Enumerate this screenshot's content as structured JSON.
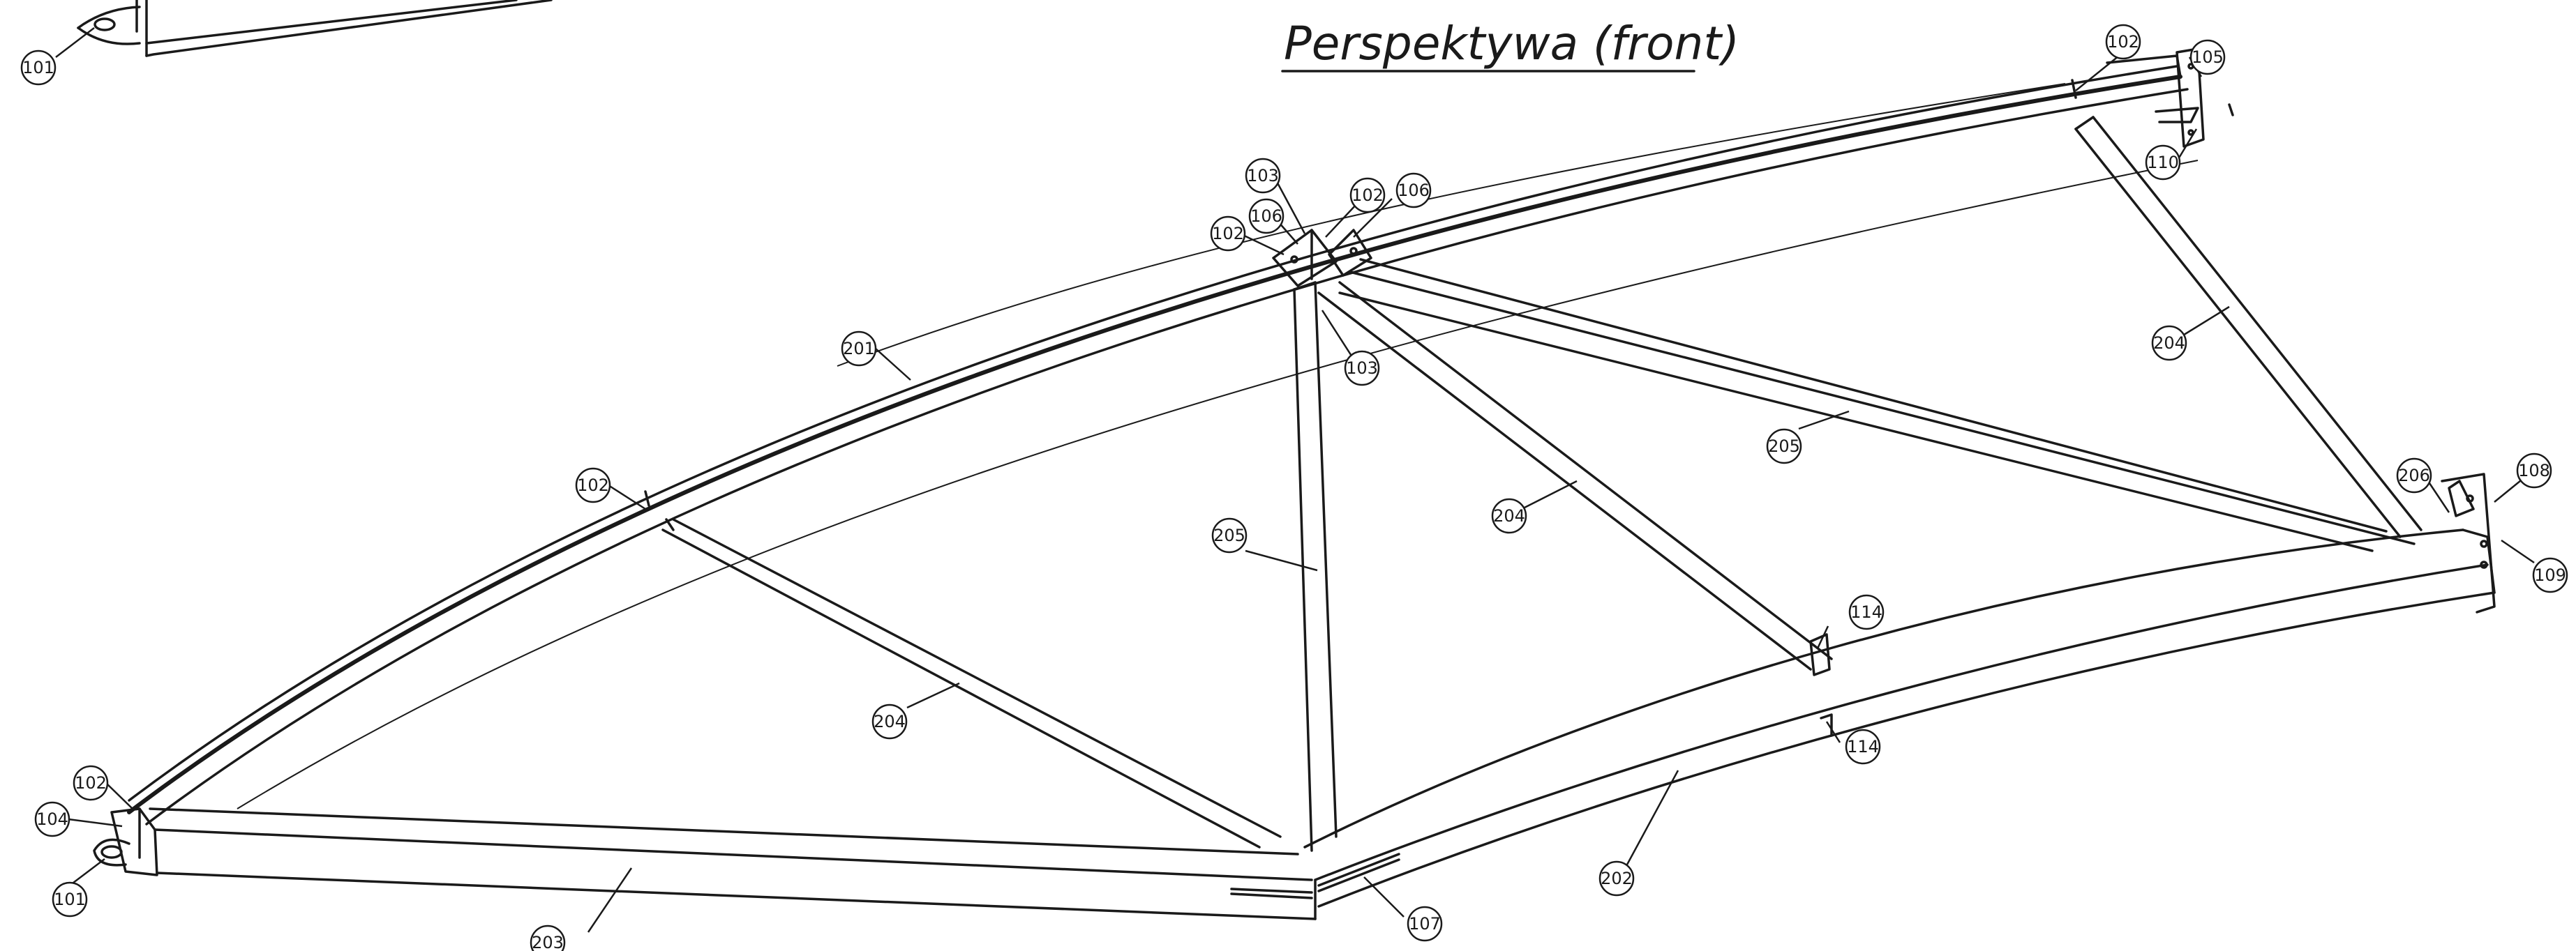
{
  "title": "Perspektywa (front)",
  "balloons": [
    {
      "key": "b101a",
      "text": "101"
    },
    {
      "key": "b101b",
      "text": "101"
    },
    {
      "key": "b102a",
      "text": "102"
    },
    {
      "key": "b102b",
      "text": "102"
    },
    {
      "key": "b102c",
      "text": "102"
    },
    {
      "key": "b102d",
      "text": "102"
    },
    {
      "key": "b102e",
      "text": "102"
    },
    {
      "key": "b103a",
      "text": "103"
    },
    {
      "key": "b103b",
      "text": "103"
    },
    {
      "key": "b104",
      "text": "104"
    },
    {
      "key": "b105",
      "text": "105"
    },
    {
      "key": "b106a",
      "text": "106"
    },
    {
      "key": "b106b",
      "text": "106"
    },
    {
      "key": "b107",
      "text": "107"
    },
    {
      "key": "b108",
      "text": "108"
    },
    {
      "key": "b109",
      "text": "109"
    },
    {
      "key": "b110",
      "text": "110"
    },
    {
      "key": "b114a",
      "text": "114"
    },
    {
      "key": "b114b",
      "text": "114"
    },
    {
      "key": "b201",
      "text": "201"
    },
    {
      "key": "b202",
      "text": "202"
    },
    {
      "key": "b203",
      "text": "203"
    },
    {
      "key": "b204a",
      "text": "204"
    },
    {
      "key": "b204b",
      "text": "204"
    },
    {
      "key": "b204c",
      "text": "204"
    },
    {
      "key": "b205a",
      "text": "205"
    },
    {
      "key": "b205b",
      "text": "205"
    },
    {
      "key": "b206",
      "text": "206"
    }
  ]
}
